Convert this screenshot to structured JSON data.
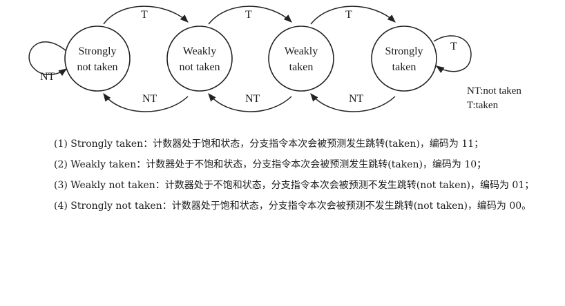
{
  "diagram": {
    "states": [
      {
        "line1": "Strongly",
        "line2": "not taken"
      },
      {
        "line1": "Weakly",
        "line2": "not taken"
      },
      {
        "line1": "Weakly",
        "line2": "taken"
      },
      {
        "line1": "Strongly",
        "line2": "taken"
      }
    ],
    "edges": {
      "t1": "T",
      "t2": "T",
      "t3": "T",
      "t_self": "T",
      "nt_self": "NT",
      "nt1": "NT",
      "nt2": "NT",
      "nt3": "NT"
    },
    "legend": {
      "line1": "NT:not taken",
      "line2": "T:taken"
    }
  },
  "descriptions": [
    "(1) Strongly taken：计数器处于饱和状态，分支指令本次会被预测发生跳转(taken)，编码为 11；",
    "(2) Weakly taken：计数器处于不饱和状态，分支指令本次会被预测发生跳转(taken)，编码为 10；",
    "(3) Weakly not taken：计数器处于不饱和状态，分支指令本次会被预测不发生跳转(not taken)，编码为 01；",
    "(4) Strongly not taken：计数器处于饱和状态，分支指令本次会被预测不发生跳转(not taken)，编码为 00。"
  ]
}
